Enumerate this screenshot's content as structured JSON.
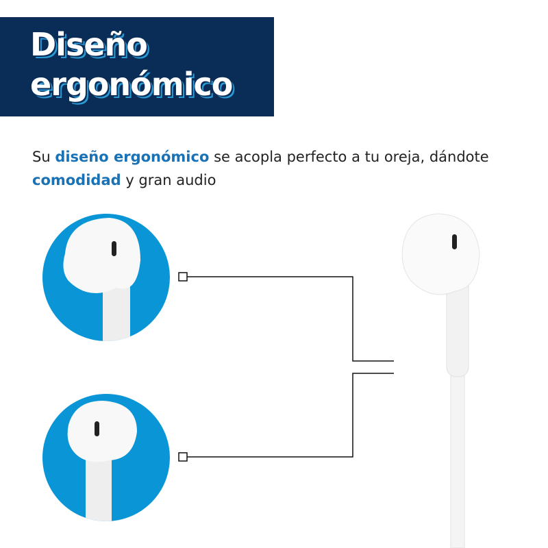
{
  "banner": {
    "title_line1": "Diseño",
    "title_line2": "ergonómico"
  },
  "description": {
    "part1": "Su ",
    "highlight1": "diseño ergonómico",
    "part2": " se acopla perfecto a tu oreja, dándote ",
    "highlight2": "comodidad",
    "part3": " y gran audio"
  },
  "colors": {
    "banner": "#0a2d57",
    "accent": "#1a72b6",
    "circle": "#0a96d6"
  }
}
